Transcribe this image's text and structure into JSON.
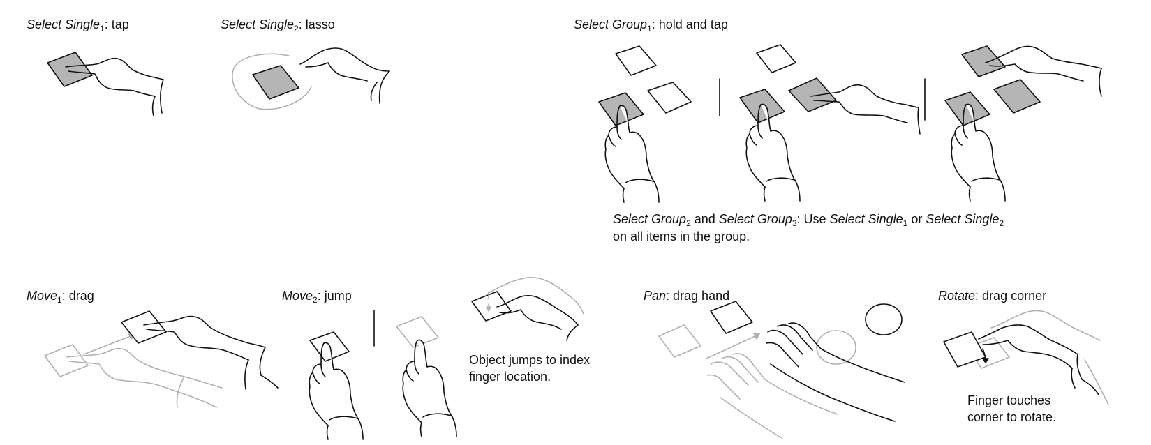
{
  "panels": {
    "select_single_1": {
      "name": "Select Single",
      "sub": "1",
      "action": ": tap"
    },
    "select_single_2": {
      "name": "Select Single",
      "sub": "2",
      "action": ": lasso"
    },
    "select_group_1": {
      "name": "Select Group",
      "sub": "1",
      "action": ": hold and tap"
    },
    "select_group_note": {
      "g2": "Select Group",
      "g2_sub": "2",
      "and": " and ",
      "g3": "Select Group",
      "g3_sub": "3",
      "use": ": Use ",
      "s1": "Select Single",
      "s1_sub": "1",
      "or": " or ",
      "s2": "Select Single",
      "s2_sub": "2",
      "line2": "on all items in the group."
    },
    "move_1": {
      "name": "Move",
      "sub": "1",
      "action": ": drag"
    },
    "move_2": {
      "name": "Move",
      "sub": "2",
      "action": ": jump",
      "note_line1": "Object jumps to index",
      "note_line2": "finger location."
    },
    "pan": {
      "name": "Pan",
      "action": ": drag hand"
    },
    "rotate": {
      "name": "Rotate",
      "action": ": drag corner",
      "note_line1": "Finger touches",
      "note_line2": "corner to rotate."
    }
  },
  "colors": {
    "ink": "#111111",
    "selected_fill": "#b5b5b5",
    "ghost": "#b0b0b0"
  }
}
